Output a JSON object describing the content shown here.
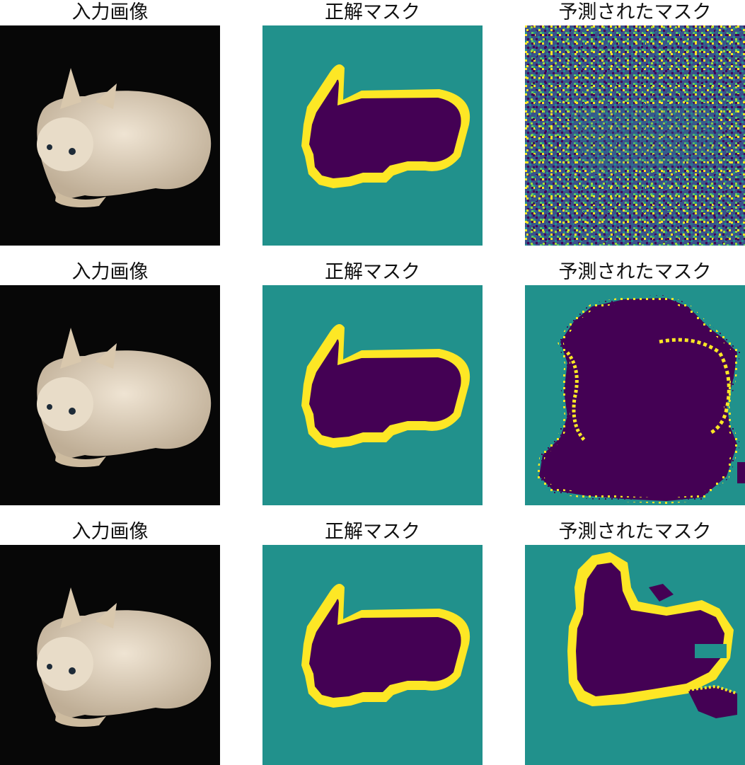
{
  "titles": {
    "input": "入力画像",
    "truth": "正解マスク",
    "pred": "予測されたマスク"
  },
  "colors": {
    "background_black": "#070707",
    "mask_teal": "#21918c",
    "mask_purple": "#440154",
    "mask_yellow": "#fde725",
    "cat_skin": "#e3d5bf"
  },
  "rows": [
    {
      "input_title": "入力画像",
      "truth_title": "正解マスク",
      "pred_title": "予測されたマスク",
      "pred_state": "noise"
    },
    {
      "input_title": "入力画像",
      "truth_title": "正解マスク",
      "pred_title": "予測されたマスク",
      "pred_state": "coarse-blob"
    },
    {
      "input_title": "入力画像",
      "truth_title": "正解マスク",
      "pred_title": "予測されたマスク",
      "pred_state": "refined-outline"
    }
  ]
}
